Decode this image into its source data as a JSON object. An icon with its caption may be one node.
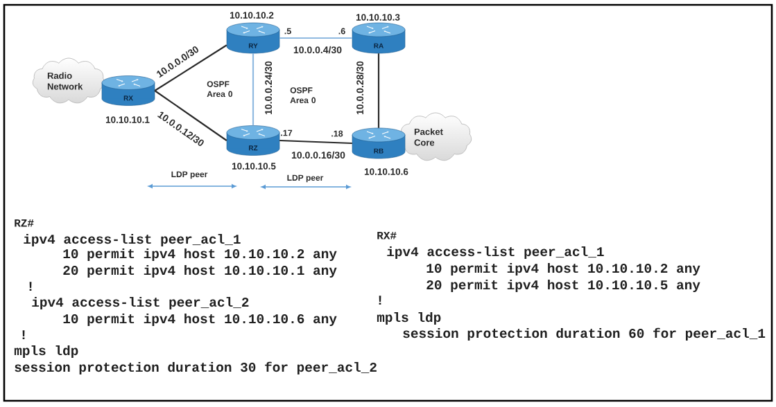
{
  "diagram": {
    "nodes": [
      {
        "text": [
          "Radio Network"
        ]
      },
      {
        "text": [
          "RX"
        ],
        "beside": [
          "10.10.10.1"
        ]
      },
      {
        "text": [
          "RY"
        ],
        "beside": [
          "10.10.10.2"
        ]
      },
      {
        "text": [
          "RA"
        ],
        "beside": [
          "10.10.10.3"
        ]
      },
      {
        "text": [
          "RZ"
        ],
        "beside": [
          "10.10.10.5"
        ]
      },
      {
        "text": [
          "RB"
        ],
        "beside": [
          "10.10.10.6"
        ]
      },
      {
        "text": [
          "Packet Core"
        ]
      }
    ],
    "edges": [
      {
        "from": 1,
        "to": 2,
        "arrow": "none",
        "label": "10.0.0.0/30"
      },
      {
        "from": 2,
        "to": 3,
        "arrow": "none",
        "label": "10.0.0.4/30",
        "color": "#8fb9e0"
      },
      {
        "from": 1,
        "to": 4,
        "arrow": "none",
        "label": "10.0.0.12/30"
      },
      {
        "from": 2,
        "to": 4,
        "arrow": "none",
        "label": "10.0.0.24/30",
        "color": "#8fb9e0"
      },
      {
        "from": 3,
        "to": 5,
        "arrow": "none",
        "label": "10.0.0.28/30"
      },
      {
        "from": 4,
        "to": 5,
        "arrow": "none",
        "label": "10.0.0.16/30"
      }
    ],
    "labels": [
      "OSPF Area 0",
      "OSPF Area 0",
      ".5",
      ".6",
      ".17",
      ".18",
      "LDP peer",
      "LDP peer",
      "RZ#",
      "ipv4 access-list peer_acl_1",
      "10 permit ipv4 host 10.10.10.2 any",
      "20 permit ipv4 host 10.10.10.1 any",
      "!",
      "ipv4 access-list peer_acl_2",
      "10 permit ipv4 host 10.10.10.6 any",
      "!",
      "mpls ldp",
      "session protection duration 30 for peer_acl_2",
      "RX#",
      "ipv4 access-list peer_acl_1",
      "10 permit ipv4 host 10.10.10.2 any",
      "20 permit ipv4 host 10.10.10.5 any",
      "!",
      "mpls ldp",
      "session protection duration 60 for peer_acl_1"
    ]
  }
}
